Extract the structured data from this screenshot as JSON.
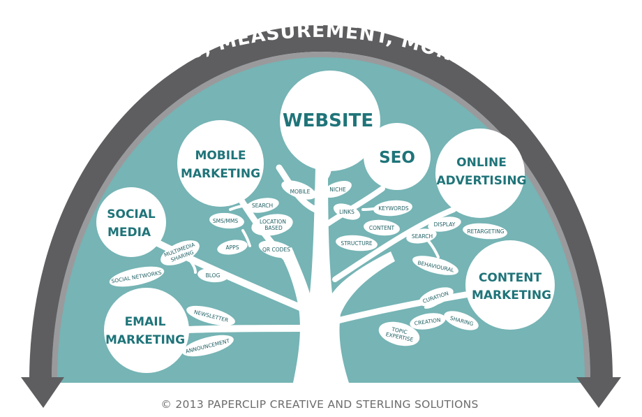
{
  "arc_title": "METRICS, MEASUREMENT, MONITORING",
  "nodes": {
    "website": [
      "WEBSITE"
    ],
    "seo": [
      "SEO"
    ],
    "mobile": [
      "MOBILE",
      "MARKETING"
    ],
    "online": [
      "ONLINE",
      "ADVERTISING"
    ],
    "social": [
      "SOCIAL",
      "MEDIA"
    ],
    "content": [
      "CONTENT",
      "MARKETING"
    ],
    "email": [
      "EMAIL",
      "MARKETING"
    ]
  },
  "leaves": {
    "mobile": "MOBILE",
    "niche": "NICHE",
    "search_top": "SEARCH",
    "sms": "SMS/MMS",
    "location": [
      "LOCATION",
      "BASED"
    ],
    "apps": "APPS",
    "qr": "QR CODES",
    "links": "LINKS",
    "keywords": "KEYWORDS",
    "content": "CONTENT",
    "structure": "STRUCTURE",
    "display": "DISPLAY",
    "retargeting": "RETARGETING",
    "search_right": "SEARCH",
    "behavioural": "BEHAVIOURAL",
    "multimedia": [
      "MULTIMEDIA",
      "SHARING"
    ],
    "social_networks": "SOCIAL NETWORKS",
    "blog": "BLOG",
    "curation": "CURATION",
    "creation": "CREATION",
    "sharing": "SHARING",
    "topic": [
      "TOPIC",
      "EXPERTISE"
    ],
    "newsletter": "NEWSLETTER",
    "announcement": "ANNOUNCEMENT"
  },
  "footer": "© 2013 PAPERCLIP CREATIVE AND STERLING SOLUTIONS",
  "colors": {
    "teal": "#76b4b5",
    "arc": "#5e5e60",
    "arc_inner": "#9a9a9c",
    "text": "#1f7479",
    "white": "#ffffff"
  }
}
